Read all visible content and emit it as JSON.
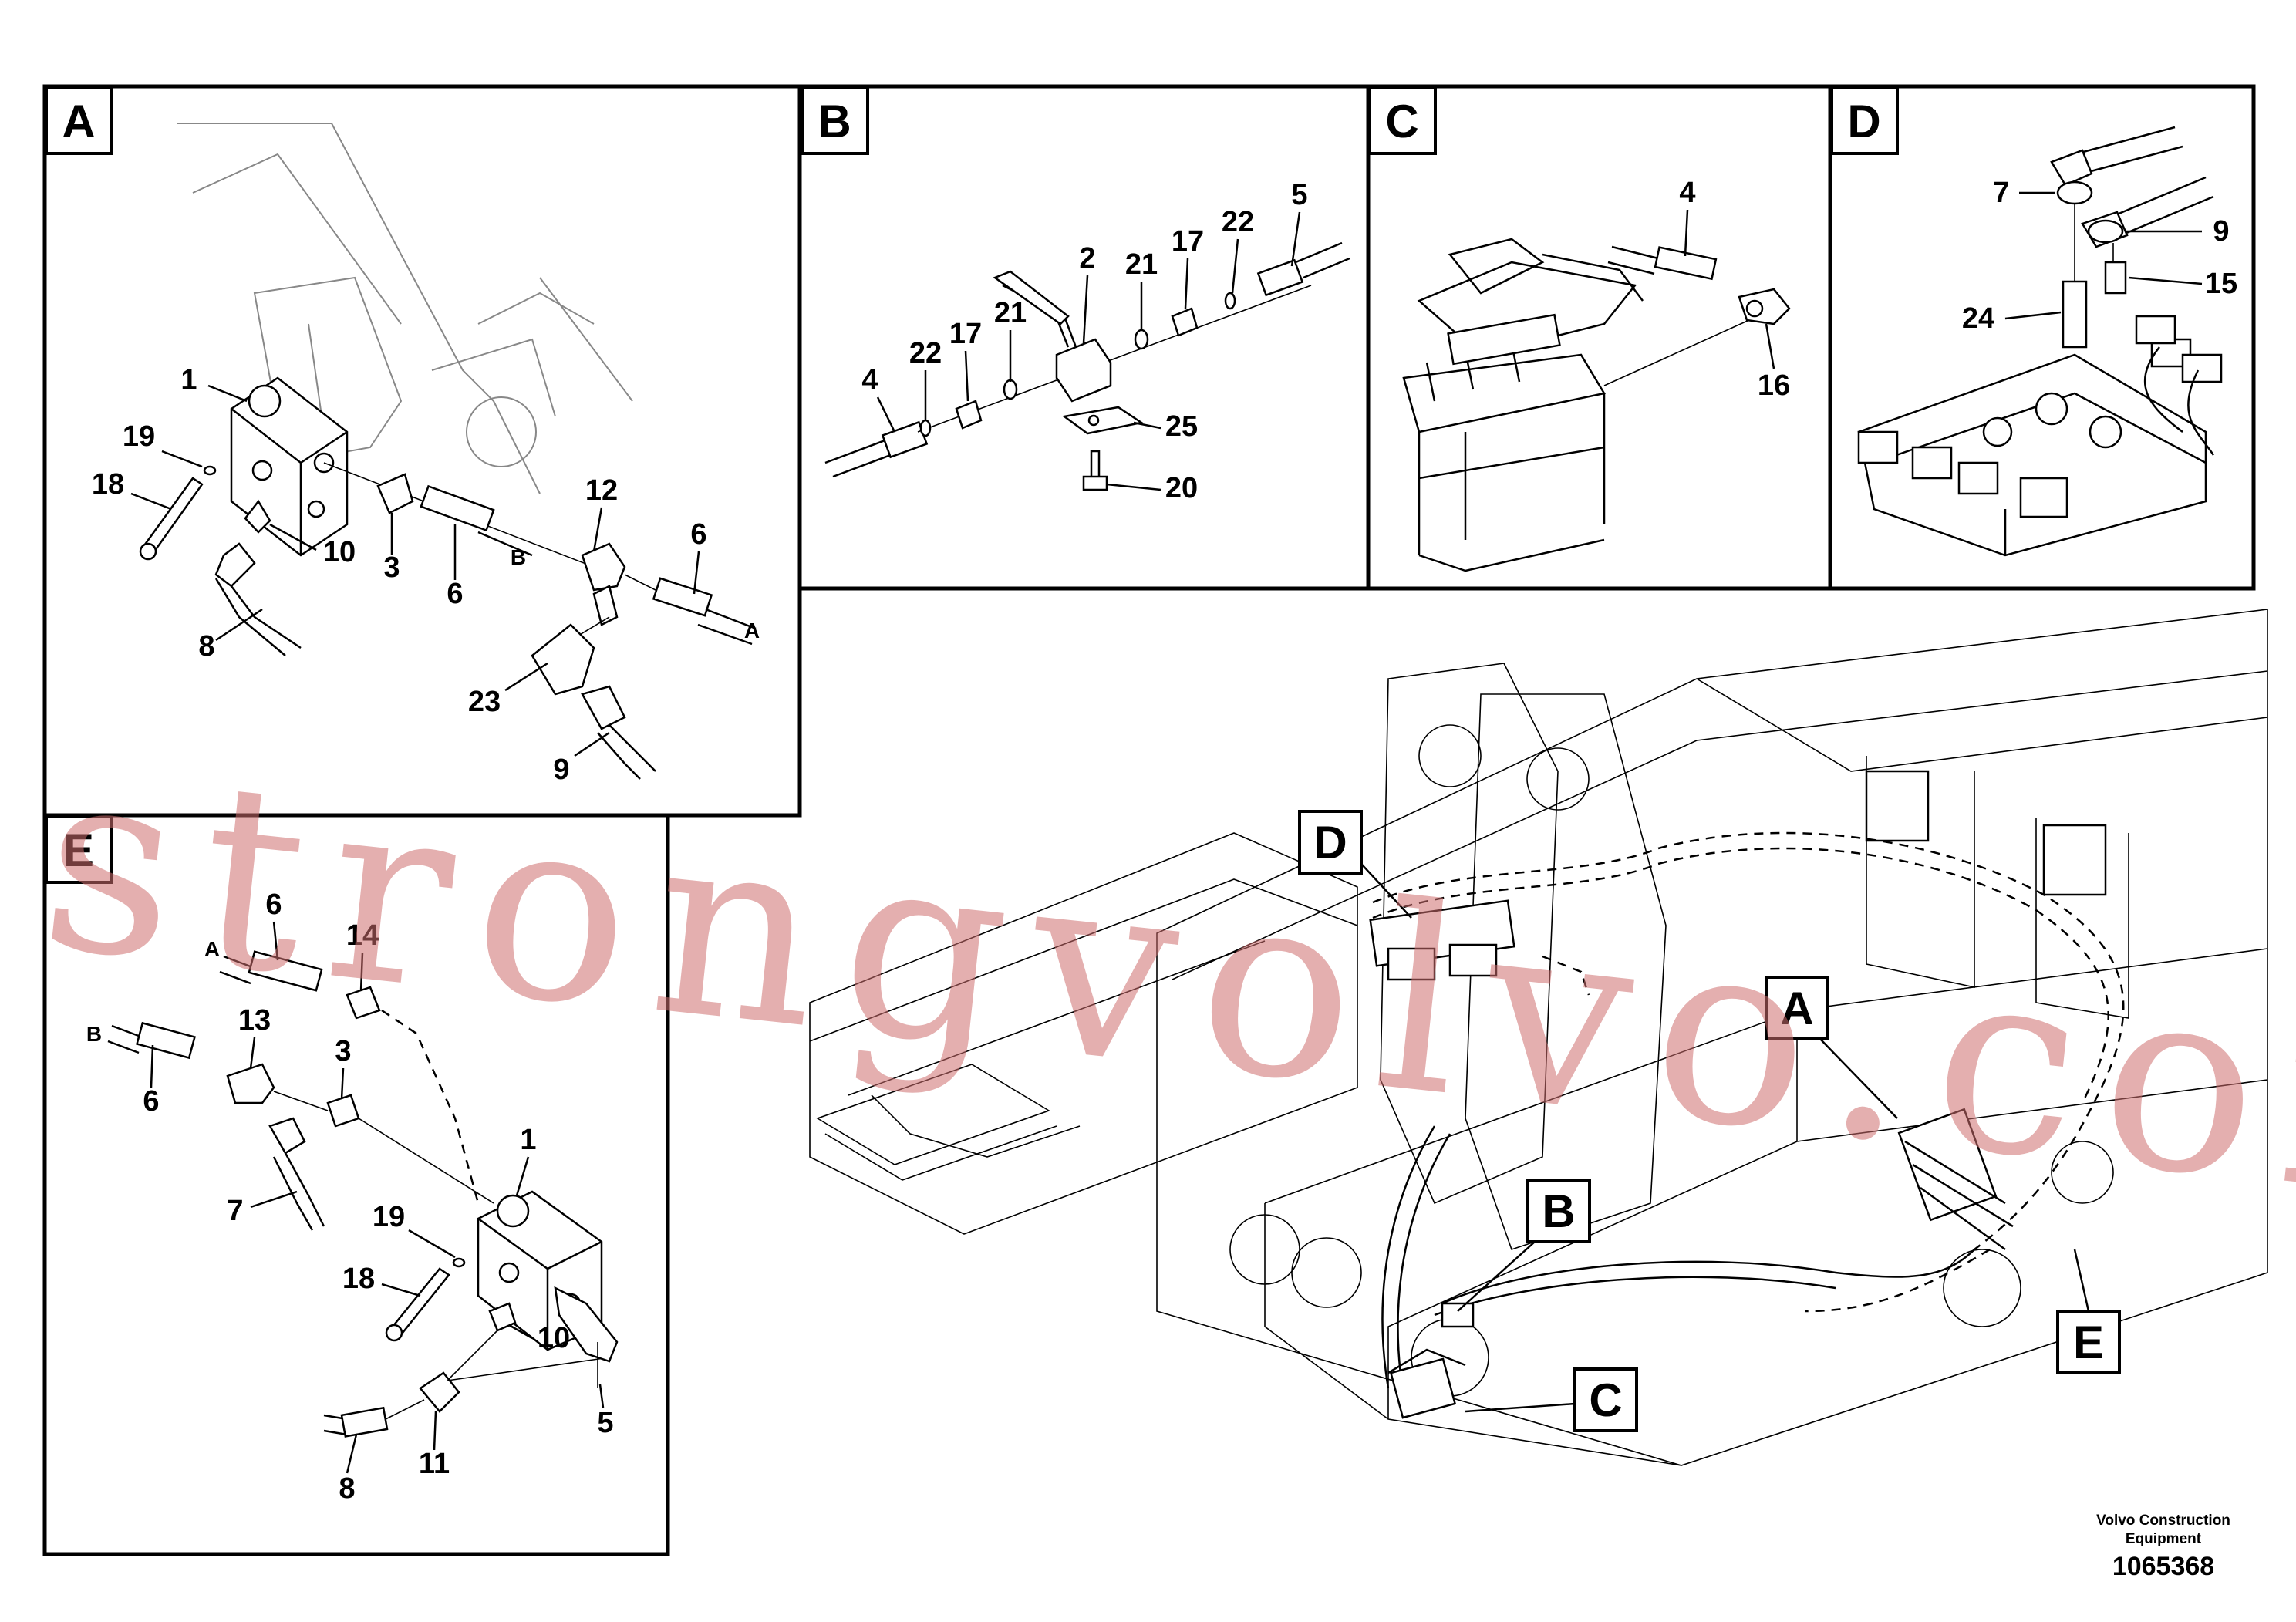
{
  "panels": {
    "A": {
      "letter": "A",
      "parts": [
        "1",
        "19",
        "18",
        "10",
        "8",
        "3",
        "6",
        "B",
        "12",
        "6",
        "A",
        "23",
        "9"
      ]
    },
    "B": {
      "letter": "B",
      "parts": [
        "4",
        "22",
        "17",
        "21",
        "2",
        "21",
        "17",
        "22",
        "5",
        "25",
        "20"
      ]
    },
    "C": {
      "letter": "C",
      "parts": [
        "4",
        "16"
      ]
    },
    "D": {
      "letter": "D",
      "parts": [
        "7",
        "9",
        "15",
        "24"
      ]
    },
    "E": {
      "letter": "E",
      "parts": [
        "6",
        "14",
        "A",
        "B",
        "13",
        "3",
        "6",
        "7",
        "1",
        "19",
        "18",
        "10",
        "5",
        "11",
        "8"
      ]
    }
  },
  "overview": {
    "callouts": [
      "D",
      "A",
      "B",
      "C",
      "E"
    ]
  },
  "watermark": "strongvolvo.com",
  "footer": {
    "brand_line1": "Volvo Construction",
    "brand_line2": "Equipment",
    "doc_number": "1065368"
  }
}
